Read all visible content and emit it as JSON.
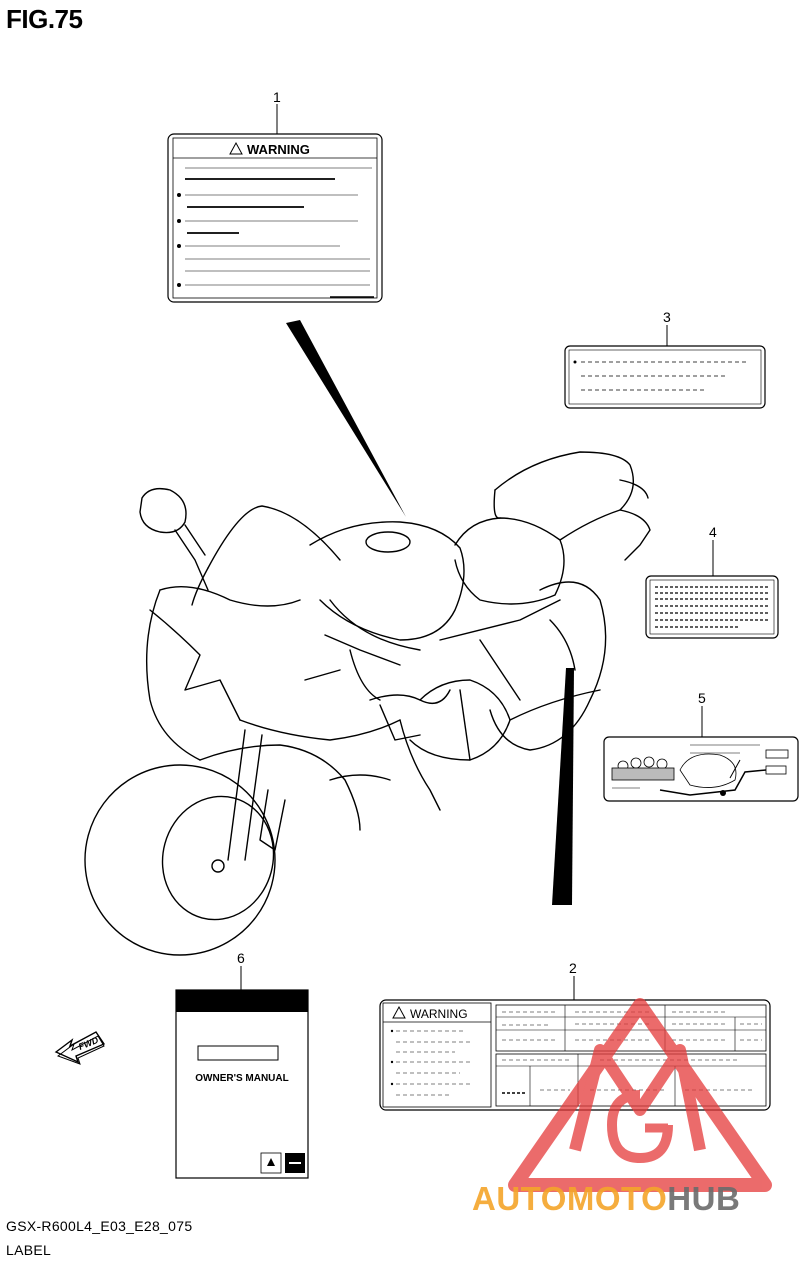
{
  "figure": {
    "title": "FIG.75",
    "code": "GSX-R600L4_E03_E28_075",
    "name": "LABEL"
  },
  "callouts": [
    {
      "id": "callout-1",
      "label": "1"
    },
    {
      "id": "callout-2",
      "label": "2"
    },
    {
      "id": "callout-3",
      "label": "3"
    },
    {
      "id": "callout-4",
      "label": "4"
    },
    {
      "id": "callout-5",
      "label": "5"
    },
    {
      "id": "callout-6",
      "label": "6"
    }
  ],
  "labels": {
    "warning_1": "WARNING",
    "warning_2": "WARNING",
    "manual_title": "OWNER'S MANUAL",
    "fwd": "FWD"
  },
  "watermark": {
    "part1": "AUTOMOTO",
    "part2": "HUB",
    "color1": "#f4a52a",
    "color2": "#6b6b6b",
    "logo_color": "#e53a3a"
  }
}
